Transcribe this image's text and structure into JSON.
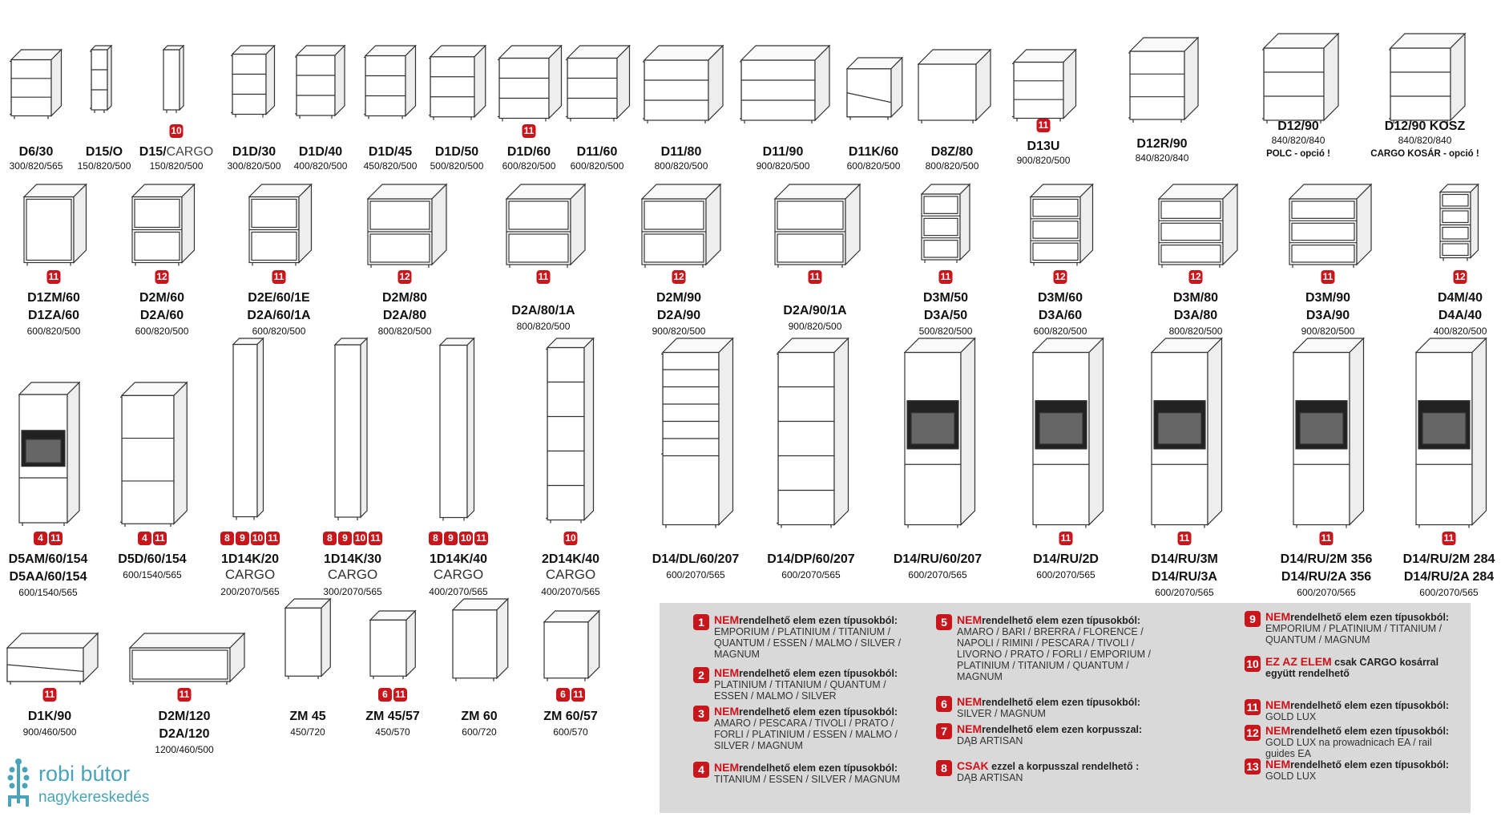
{
  "row1": [
    {
      "code": "D6/30",
      "dim": "300/820/565",
      "badges": []
    },
    {
      "code": "D15/O",
      "dim": "150/820/500",
      "badges": []
    },
    {
      "code": "D15/",
      "code2": "CARGO",
      "dim": "150/820/500",
      "badges": [
        "10"
      ]
    },
    {
      "code": "D1D/30",
      "dim": "300/820/500",
      "badges": []
    },
    {
      "code": "D1D/40",
      "dim": "400/820/500",
      "badges": []
    },
    {
      "code": "D1D/45",
      "dim": "450/820/500",
      "badges": []
    },
    {
      "code": "D1D/50",
      "dim": "500/820/500",
      "badges": []
    },
    {
      "code": "D1D/60",
      "dim": "600/820/500",
      "badges": [
        "11"
      ]
    },
    {
      "code": "D11/60",
      "dim": "600/820/500",
      "badges": []
    },
    {
      "code": "D11/80",
      "dim": "800/820/500",
      "badges": []
    },
    {
      "code": "D11/90",
      "dim": "900/820/500",
      "badges": []
    },
    {
      "code": "D11K/60",
      "dim": "600/820/500",
      "badges": []
    },
    {
      "code": "D8Z/80",
      "dim": "800/820/500",
      "badges": []
    },
    {
      "code": "D13U",
      "dim": "900/820/500",
      "badges": [
        "11"
      ]
    },
    {
      "code": "D12R/90",
      "dim": "840/820/840",
      "badges": []
    },
    {
      "code": "D12/90",
      "dim": "840/820/840",
      "note": "POLC - opció !",
      "badges": []
    },
    {
      "code": "D12/90 KOSZ",
      "dim": "840/820/840",
      "note": "CARGO KOSÁR - opció !",
      "badges": []
    }
  ],
  "row2": [
    {
      "code": "D1ZM/60",
      "code2": "D1ZA/60",
      "dim": "600/820/500",
      "badges": [
        "11"
      ]
    },
    {
      "code": "D2M/60",
      "code2": "D2A/60",
      "dim": "600/820/500",
      "badges": [
        "12"
      ]
    },
    {
      "code": "D2E/60/1E",
      "code2": "D2A/60/1A",
      "dim": "600/820/500",
      "badges": [
        "11"
      ]
    },
    {
      "code": "D2M/80",
      "code2": "D2A/80",
      "dim": "800/820/500",
      "badges": [
        "12"
      ]
    },
    {
      "code": "D2A/80/1A",
      "dim": "800/820/500",
      "badges": [
        "11"
      ]
    },
    {
      "code": "D2M/90",
      "code2": "D2A/90",
      "dim": "900/820/500",
      "badges": [
        "12"
      ]
    },
    {
      "code": "D2A/90/1A",
      "dim": "900/820/500",
      "badges": [
        "11"
      ]
    },
    {
      "code": "D3M/50",
      "code2": "D3A/50",
      "dim": "500/820/500",
      "badges": [
        "11"
      ]
    },
    {
      "code": "D3M/60",
      "code2": "D3A/60",
      "dim": "600/820/500",
      "badges": [
        "12"
      ]
    },
    {
      "code": "D3M/80",
      "code2": "D3A/80",
      "dim": "800/820/500",
      "badges": [
        "12"
      ]
    },
    {
      "code": "D3M/90",
      "code2": "D3A/90",
      "dim": "900/820/500",
      "badges": [
        "11"
      ]
    },
    {
      "code": "D4M/40",
      "code2": "D4A/40",
      "dim": "400/820/500",
      "badges": [
        "12"
      ]
    }
  ],
  "row3": [
    {
      "code": "D5AM/60/154",
      "code2": "D5AA/60/154",
      "dim": "600/1540/565",
      "badges": [
        "4",
        "11"
      ]
    },
    {
      "code": "D5D/60/154",
      "dim": "600/1540/565",
      "badges": [
        "4",
        "11"
      ]
    },
    {
      "code": "1D14K/20",
      "sub": "CARGO",
      "dim": "200/2070/565",
      "badges": [
        "8",
        "9",
        "10",
        "11"
      ]
    },
    {
      "code": "1D14K/30",
      "sub": "CARGO",
      "dim": "300/2070/565",
      "badges": [
        "8",
        "9",
        "10",
        "11"
      ]
    },
    {
      "code": "1D14K/40",
      "sub": "CARGO",
      "dim": "400/2070/565",
      "badges": [
        "8",
        "9",
        "10",
        "11"
      ]
    },
    {
      "code": "2D14K/40",
      "sub": "CARGO",
      "dim": "400/2070/565",
      "badges": [
        "10"
      ]
    },
    {
      "code": "D14/DL/60/207",
      "dim": "600/2070/565",
      "badges": []
    },
    {
      "code": "D14/DP/60/207",
      "dim": "600/2070/565",
      "badges": []
    },
    {
      "code": "D14/RU/60/207",
      "dim": "600/2070/565",
      "badges": []
    },
    {
      "code": "D14/RU/2D",
      "dim": "600/2070/565",
      "badges": [
        "11"
      ]
    },
    {
      "code": "D14/RU/3M",
      "code2": "D14/RU/3A",
      "dim": "600/2070/565",
      "badges": [
        "11"
      ]
    },
    {
      "code": "D14/RU/2M 356",
      "code2": "D14/RU/2A 356",
      "dim": "600/2070/565",
      "badges": [
        "11"
      ]
    },
    {
      "code": "D14/RU/2M 284",
      "code2": "D14/RU/2A 284",
      "dim": "600/2070/565",
      "badges": [
        "11"
      ]
    }
  ],
  "row4": [
    {
      "code": "D1K/90",
      "dim": "900/460/500",
      "badges": [
        "11"
      ]
    },
    {
      "code": "D2M/120",
      "code2": "D2A/120",
      "dim": "1200/460/500",
      "badges": [
        "11"
      ]
    },
    {
      "code": "ZM 45",
      "dim": "450/720",
      "badges": []
    },
    {
      "code": "ZM 45/57",
      "dim": "450/570",
      "badges": [
        "6",
        "11"
      ]
    },
    {
      "code": "ZM 60",
      "dim": "600/720",
      "badges": []
    },
    {
      "code": "ZM 60/57",
      "dim": "600/570",
      "badges": [
        "6",
        "11"
      ]
    }
  ],
  "legend": [
    {
      "num": "1",
      "prefix": "NEM",
      "head": "rendelhető elem ezen típusokból:",
      "body": "EMPORIUM / PLATINIUM / TITANIUM / QUANTUM / ESSEN / MALMO / SILVER / MAGNUM"
    },
    {
      "num": "2",
      "prefix": "NEM",
      "head": "rendelhető elem ezen típusokból:",
      "body": "PLATINIUM / TITANIUM / QUANTUM / ESSEN / MALMO / SILVER"
    },
    {
      "num": "3",
      "prefix": "NEM",
      "head": "rendelhető elem ezen típusokból:",
      "body": "AMARO / PESCARA / TIVOLI / PRATO / FORLI / PLATINIUM / ESSEN / MALMO / SILVER / MAGNUM"
    },
    {
      "num": "4",
      "prefix": "NEM",
      "head": "rendelhető elem ezen típusokból:",
      "body": "TITANIUM /  ESSEN / SILVER / MAGNUM"
    },
    {
      "num": "5",
      "prefix": "NEM",
      "head": "rendelhető elem ezen típusokból:",
      "body": "AMARO / BARI / BRERRA / FLORENCE / NAPOLI / RIMINI / PESCARA / TIVOLI / LIVORNO / PRATO / FORLI / EMPORIUM / PLATINIUM / TITANIUM / QUANTUM / MAGNUM"
    },
    {
      "num": "6",
      "prefix": "NEM",
      "head": "rendelhető elem ezen típusokból:",
      "body": "SILVER / MAGNUM"
    },
    {
      "num": "7",
      "prefix": "NEM",
      "head": "rendelhető elem ezen korpusszal:",
      "body": "DĄB ARTISAN"
    },
    {
      "num": "8",
      "prefix": "CSAK",
      "head": " ezzel a korpusszal rendelhető :",
      "body": "DĄB ARTISAN"
    },
    {
      "num": "9",
      "prefix": "NEM",
      "head": "rendelhető elem ezen típusokból:",
      "body": "EMPORIUM / PLATINIUM / TITANIUM / QUANTUM / MAGNUM"
    },
    {
      "num": "10",
      "prefix": "EZ AZ ELEM",
      "head": " csak CARGO kosárral  együtt rendelhető",
      "body": ""
    },
    {
      "num": "11",
      "prefix": "NEM",
      "head": "rendelhető elem ezen típusokból:",
      "body": "GOLD LUX"
    },
    {
      "num": "12",
      "prefix": "NEM",
      "head": "rendelhető elem ezen típusokból:",
      "body": "GOLD LUX na prowadnicach EA / rail guides EA"
    },
    {
      "num": "13",
      "prefix": "NEM",
      "head": "rendelhető elem ezen típusokból:",
      "body": "GOLD LUX"
    }
  ],
  "logo": {
    "brand": "robi bútor",
    "tagline": "nagykereskedés",
    "color": "#4aa3b8"
  }
}
